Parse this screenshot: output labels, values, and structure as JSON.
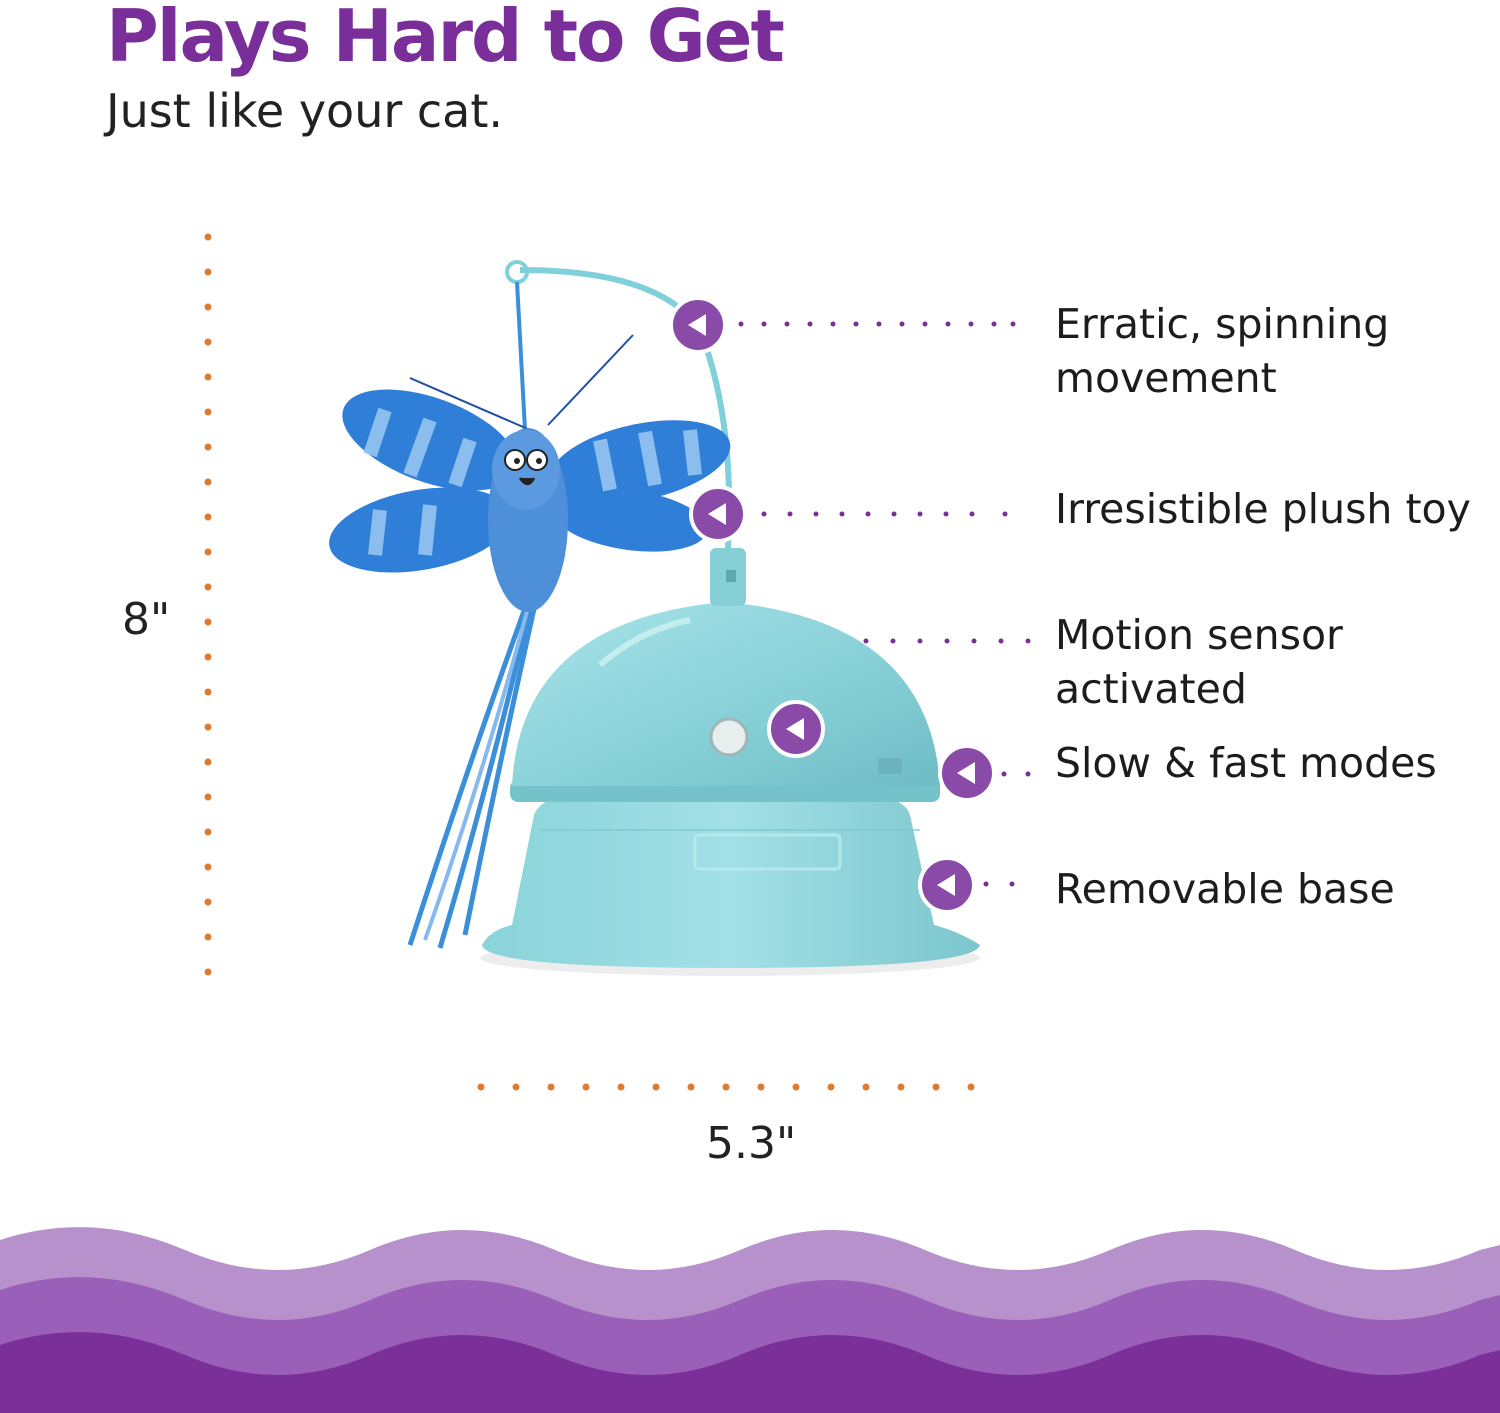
{
  "headline": "Plays Hard to Get",
  "subheadline": "Just like your cat.",
  "dimensions": {
    "height": "8\"",
    "width": "5.3\""
  },
  "features": [
    {
      "lines": [
        "Erratic, spinning",
        "movement"
      ]
    },
    {
      "lines": [
        "Irresistible plush toy"
      ]
    },
    {
      "lines": [
        "Motion sensor",
        "activated"
      ]
    },
    {
      "lines": [
        "Slow & fast modes"
      ]
    },
    {
      "lines": [
        "Removable base"
      ]
    }
  ],
  "colors": {
    "brand_purple": "#7a2e99",
    "dimension_orange": "#e07a2e",
    "toy_teal": "#8fd6dd",
    "wing_blue": "#2f7fd8",
    "wave_light": "#b691cc",
    "wave_mid": "#9a5fb8",
    "wave_dark": "#7b2f98"
  },
  "icons": [
    "callout-arrow-icon"
  ]
}
